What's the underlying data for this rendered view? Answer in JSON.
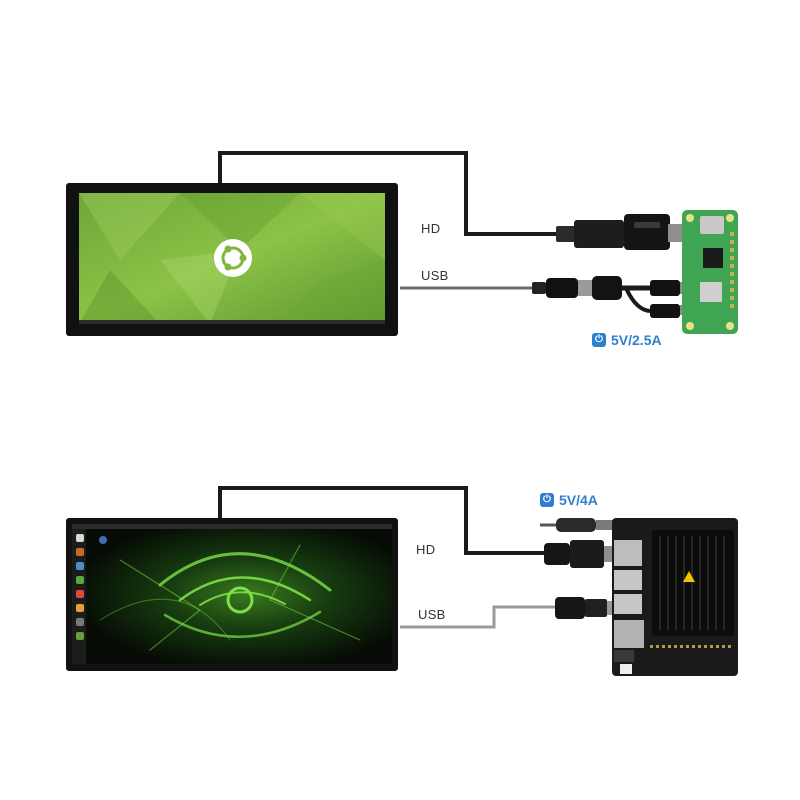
{
  "setup_top": {
    "hd_label": "HD",
    "usb_label": "USB",
    "power_label": "5V/2.5A",
    "power_icon": "power-icon",
    "screen_logo_icon": "ubuntu-logo-icon",
    "board_color": "#3fa552"
  },
  "setup_bottom": {
    "hd_label": "HD",
    "usb_label": "USB",
    "power_label": "5V/4A",
    "power_icon": "power-icon",
    "screen_logo_icon": "nvidia-eye-icon",
    "board_color": "#1a1a1a",
    "warning_icon": "warning-triangle-icon"
  },
  "colors": {
    "accent_blue": "#2f7fd1",
    "green_wallpaper": "#7fb83c",
    "dark_wallpaper": "#0f1a0c"
  }
}
